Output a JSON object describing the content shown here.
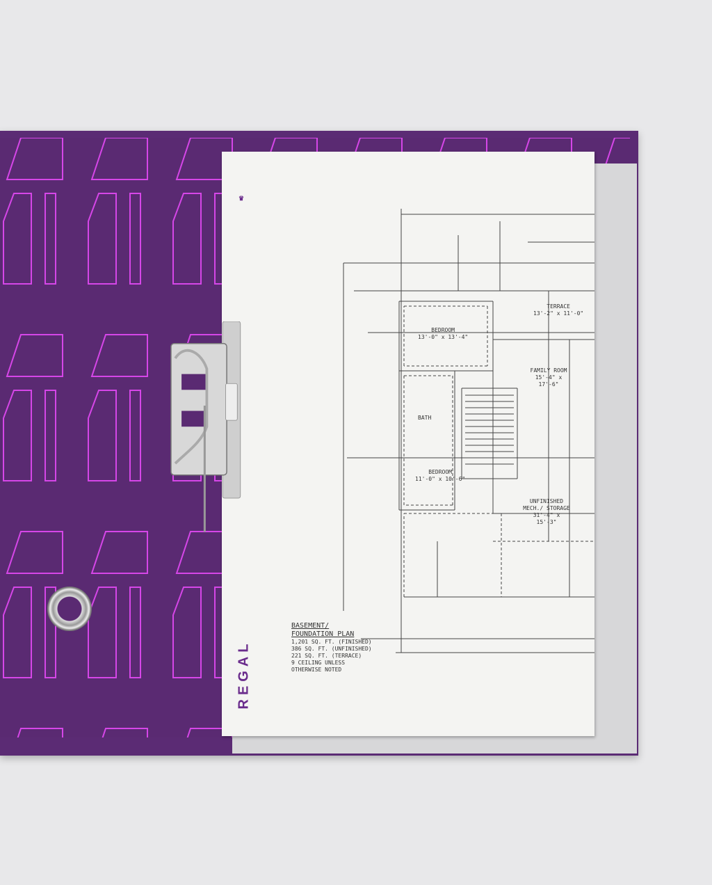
{
  "brand": {
    "name": "REGAL",
    "logo_icon": "crown-icon"
  },
  "plan": {
    "title_line1": "BASEMENT/",
    "title_line2": "FOUNDATION PLAN",
    "notes": [
      "1,201 SQ. FT. (FINISHED)",
      "386 SQ. FT. (UNFINISHED)",
      "221 SQ. FT. (TERRACE)",
      "9 CEILING UNLESS",
      "OTHERWISE NOTED"
    ],
    "rooms": [
      {
        "name": "BEDROOM",
        "size": "13'-0\" x 13'-4\""
      },
      {
        "name": "TERRACE",
        "size": "13'-2\" x 11'-0\""
      },
      {
        "name": "FAMILY ROOM",
        "size": "15'-4\" x 17'-6\""
      },
      {
        "name": "BATH",
        "size": ""
      },
      {
        "name": "BEDROOM",
        "size": "11'-0\" x 10'-6\""
      },
      {
        "name": "UNFINISHED MECH./ STORAGE",
        "size": "31'-4\" x 15'-3\""
      }
    ]
  },
  "colors": {
    "binder": "#5a2a72",
    "pattern": "#d646e8",
    "brand": "#6a2c8c"
  }
}
